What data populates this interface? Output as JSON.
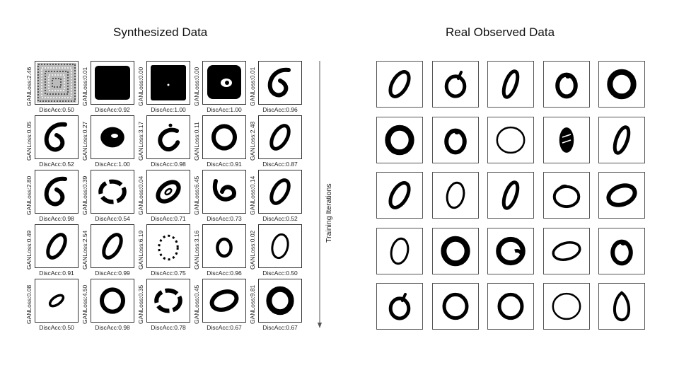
{
  "synthesized": {
    "title": "Synthesized Data",
    "rows": [
      [
        {
          "loss": "GANLoss:2.46",
          "acc": "DiscAcc:0.50",
          "shape": "noise"
        },
        {
          "loss": "GANLoss:0.01",
          "acc": "DiscAcc:0.92",
          "shape": "block"
        },
        {
          "loss": "GANLoss:0.00",
          "acc": "DiscAcc:1.00",
          "shape": "block-dot"
        },
        {
          "loss": "GANLoss:0.00",
          "acc": "DiscAcc:1.00",
          "shape": "blob-hole"
        },
        {
          "loss": "GANLoss:0.01",
          "acc": "DiscAcc:0.96",
          "shape": "scribble"
        }
      ],
      [
        {
          "loss": "GANLoss:0.05",
          "acc": "DiscAcc:0.52",
          "shape": "scribble"
        },
        {
          "loss": "GANLoss:0.27",
          "acc": "DiscAcc:1.00",
          "shape": "blob"
        },
        {
          "loss": "GANLoss:3.17",
          "acc": "DiscAcc:0.98",
          "shape": "c"
        },
        {
          "loss": "GANLoss:0.11",
          "acc": "DiscAcc:0.91",
          "shape": "zero"
        },
        {
          "loss": "GANLoss:2.48",
          "acc": "DiscAcc:0.87",
          "shape": "zero-tilt"
        }
      ],
      [
        {
          "loss": "GANLoss:2.80",
          "acc": "DiscAcc:0.98",
          "shape": "scribble"
        },
        {
          "loss": "GANLoss:0.39",
          "acc": "DiscAcc:0.54",
          "shape": "zero-broken"
        },
        {
          "loss": "GANLoss:0.04",
          "acc": "DiscAcc:0.71",
          "shape": "double"
        },
        {
          "loss": "GANLoss:6.45",
          "acc": "DiscAcc:0.73",
          "shape": "heart"
        },
        {
          "loss": "GANLoss:0.14",
          "acc": "DiscAcc:0.52",
          "shape": "zero-tilt"
        }
      ],
      [
        {
          "loss": "GANLoss:0.49",
          "acc": "DiscAcc:0.91",
          "shape": "zero-tilt"
        },
        {
          "loss": "GANLoss:2.54",
          "acc": "DiscAcc:0.99",
          "shape": "zero-tilt"
        },
        {
          "loss": "GANLoss:6.19",
          "acc": "DiscAcc:0.75",
          "shape": "dotted"
        },
        {
          "loss": "GANLoss:3.16",
          "acc": "DiscAcc:0.96",
          "shape": "zero-small"
        },
        {
          "loss": "GANLoss:0.02",
          "acc": "DiscAcc:0.50",
          "shape": "zero-thin"
        }
      ],
      [
        {
          "loss": "GANLoss:0.08",
          "acc": "DiscAcc:0.50",
          "shape": "small-slash"
        },
        {
          "loss": "GANLoss:4.50",
          "acc": "DiscAcc:0.98",
          "shape": "zero"
        },
        {
          "loss": "GANLoss:0.35",
          "acc": "DiscAcc:0.78",
          "shape": "zero-broken"
        },
        {
          "loss": "GANLoss:0.45",
          "acc": "DiscAcc:0.67",
          "shape": "zero-wide"
        },
        {
          "loss": "GANLoss:9.81",
          "acc": "DiscAcc:0.67",
          "shape": "zero-bold"
        }
      ]
    ]
  },
  "axis": {
    "label": "Training Iterations"
  },
  "real": {
    "title": "Real Observed Data",
    "rows": [
      [
        "zero-tilt",
        "zero-tail",
        "zero-thin-tall",
        "zero-knot",
        "zero-bold"
      ],
      [
        "zero-bold",
        "zero-knot",
        "zero-round-thin",
        "zero-hatched",
        "zero-thin-tall"
      ],
      [
        "zero-tilt",
        "zero-thin",
        "zero-thin-tall",
        "zero-loop",
        "zero-wide"
      ],
      [
        "zero-thin",
        "zero-bold",
        "zero-curl",
        "zero-ellipse",
        "zero-knot"
      ],
      [
        "zero-tail",
        "zero-round",
        "zero-round",
        "zero-round-thin",
        "zero-drop"
      ]
    ]
  }
}
